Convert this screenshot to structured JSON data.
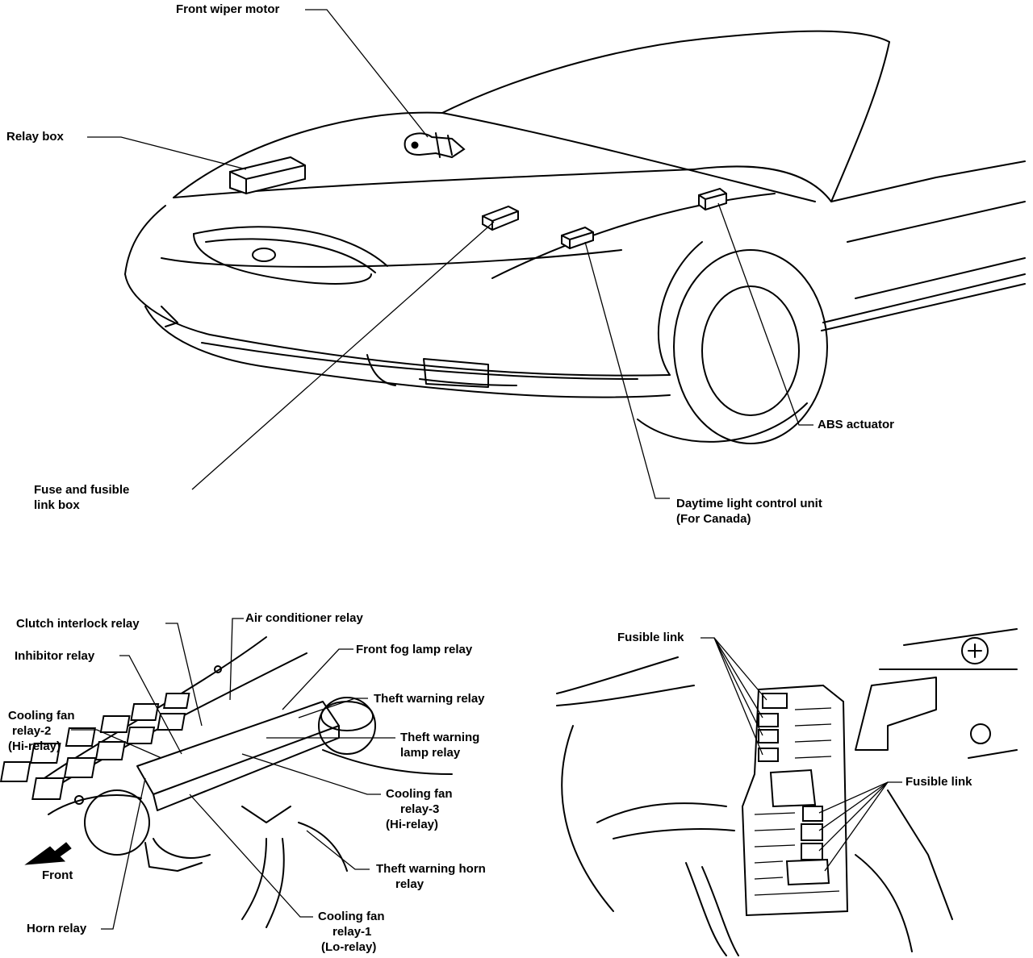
{
  "labels": {
    "front_wiper_motor": "Front wiper motor",
    "relay_box": "Relay box",
    "abs_actuator": "ABS actuator",
    "fuse_box": [
      "Fuse and fusible",
      "link box"
    ],
    "daytime_light": [
      "Daytime light control unit",
      "(For Canada)"
    ],
    "clutch_interlock": "Clutch interlock relay",
    "air_conditioner": "Air conditioner relay",
    "inhibitor": "Inhibitor relay",
    "front_fog": "Front fog lamp relay",
    "theft_warning": "Theft warning relay",
    "cooling_fan_2": [
      "Cooling fan",
      "relay-2",
      "(Hi-relay)"
    ],
    "theft_warning_lamp": [
      "Theft warning",
      "lamp relay"
    ],
    "cooling_fan_3": [
      "Cooling fan",
      "relay-3",
      "(Hi-relay)"
    ],
    "theft_warning_horn": [
      "Theft warning horn",
      "relay"
    ],
    "front": "Front",
    "horn": "Horn relay",
    "cooling_fan_1": [
      "Cooling fan",
      "relay-1",
      "(Lo-relay)"
    ],
    "fusible_link_left": "Fusible link",
    "fusible_link_right": "Fusible link"
  },
  "colors": {
    "ink": "#000000",
    "paper": "#ffffff"
  }
}
